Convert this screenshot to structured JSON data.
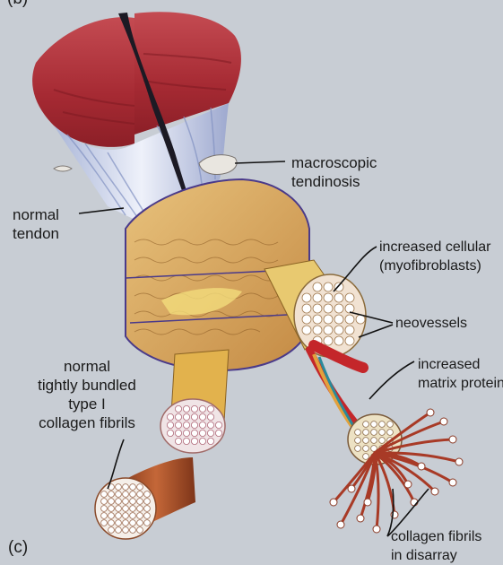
{
  "panel_top": "(b)",
  "panel_bottom": "(c)",
  "labels": {
    "macroscopic": [
      "macroscopic",
      "tendinosis"
    ],
    "normal_tendon": [
      "normal",
      "tendon"
    ],
    "increased_cellular": [
      "increased cellular",
      "(myofibroblasts)"
    ],
    "neovessels": "neovessels",
    "matrix": [
      "increased",
      "matrix protein"
    ],
    "normal_fibrils": [
      "normal",
      "tightly bundled",
      "type I",
      "collagen fibrils"
    ],
    "disarray": [
      "collagen fibrils",
      "in disarray"
    ]
  },
  "colors": {
    "background": "#c8cdd4",
    "muscle": "#b8323a",
    "tendon": "#dfe4f2",
    "tissue": "#d9a75a",
    "vessel": "#c4262a",
    "fibril": "#a34a25",
    "text": "#1a1a1a"
  }
}
